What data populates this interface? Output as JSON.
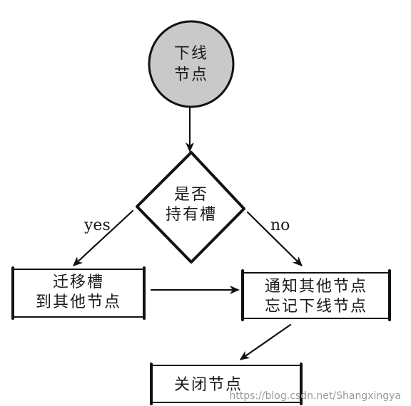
{
  "nodes": {
    "start": {
      "line1": "下线",
      "line2": "节点",
      "fill": "#c9c9c9"
    },
    "decision": {
      "line1": "是否",
      "line2": "持有槽"
    },
    "migrate": {
      "line1": "迁移槽",
      "line2": "到其他节点"
    },
    "notify": {
      "line1": "通知其他节点",
      "line2": "忘记下线节点"
    },
    "shutdown": {
      "line1": "关闭节点"
    }
  },
  "edges": {
    "yes_label": "yes",
    "no_label": "no"
  },
  "watermark": "https://blog.csdn.net/Shangxingya"
}
